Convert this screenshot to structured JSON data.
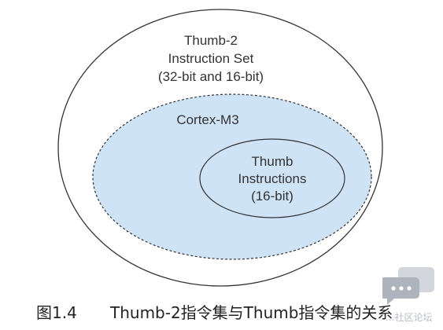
{
  "diagram": {
    "outer_set": {
      "label_lines": [
        "Thumb-2",
        "Instruction Set",
        "(32-bit and 16-bit)"
      ]
    },
    "middle_set": {
      "label": "Cortex-M3",
      "fill": "#cfe3f7"
    },
    "inner_set": {
      "label_lines": [
        "Thumb",
        "Instructions",
        "(16-bit)"
      ]
    },
    "stroke_color": "#333333"
  },
  "caption": {
    "figure_number": "图1.4",
    "text": "Thumb-2指令集与Thumb指令集的关系"
  },
  "watermark": {
    "icon": "chat-bubble-icon",
    "text": "...社区论坛"
  }
}
